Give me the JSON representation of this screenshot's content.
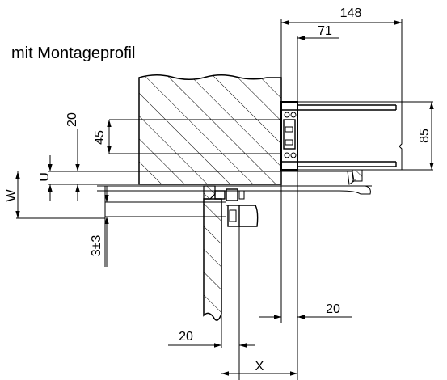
{
  "title": "mit Montageprofil",
  "dimensions": {
    "d148": "148",
    "d71": "71",
    "d85": "85",
    "d20_top": "20",
    "d45": "45",
    "u": "U",
    "w": "W",
    "d3pm3": "3±3",
    "d20_right": "20",
    "d20_bottom": "20",
    "x": "X"
  },
  "colors": {
    "line": "#000000",
    "background": "#ffffff"
  }
}
